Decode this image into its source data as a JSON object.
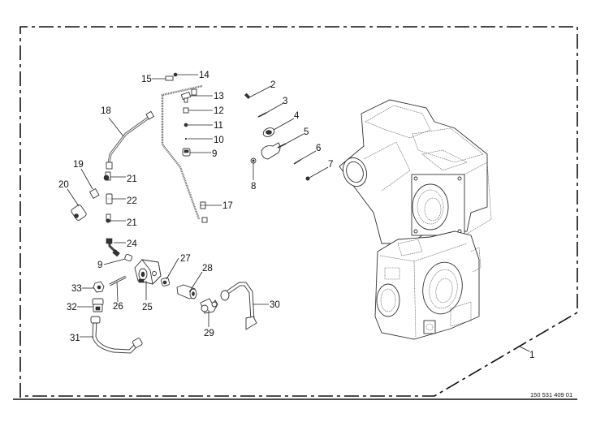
{
  "diagram": {
    "type": "exploded-parts-diagram",
    "drawing_reference": "150 531 409 01",
    "assembly_label": "1",
    "callouts": [
      {
        "id": "c1",
        "number": "1",
        "part": "gearbox-housing"
      },
      {
        "id": "c2",
        "number": "2",
        "part": "bolt"
      },
      {
        "id": "c3",
        "number": "3",
        "part": "pin"
      },
      {
        "id": "c4",
        "number": "4",
        "part": "clamp"
      },
      {
        "id": "c5",
        "number": "5",
        "part": "bracket-with-screw"
      },
      {
        "id": "c6",
        "number": "6",
        "part": "pin"
      },
      {
        "id": "c7",
        "number": "7",
        "part": "nut"
      },
      {
        "id": "c8",
        "number": "8",
        "part": "washer"
      },
      {
        "id": "c9a",
        "number": "9",
        "part": "nut"
      },
      {
        "id": "c9b",
        "number": "9",
        "part": "nut"
      },
      {
        "id": "c10",
        "number": "10",
        "part": "ring"
      },
      {
        "id": "c11",
        "number": "11",
        "part": "ball"
      },
      {
        "id": "c12",
        "number": "12",
        "part": "nut"
      },
      {
        "id": "c13",
        "number": "13",
        "part": "fitting"
      },
      {
        "id": "c14",
        "number": "14",
        "part": "screw"
      },
      {
        "id": "c15",
        "number": "15",
        "part": "fitting"
      },
      {
        "id": "c17",
        "number": "17",
        "part": "fitting"
      },
      {
        "id": "c18",
        "number": "18",
        "part": "pipe"
      },
      {
        "id": "c19",
        "number": "19",
        "part": "plug"
      },
      {
        "id": "c20",
        "number": "20",
        "part": "switch"
      },
      {
        "id": "c21a",
        "number": "21",
        "part": "banjo-fitting"
      },
      {
        "id": "c22",
        "number": "22",
        "part": "adapter"
      },
      {
        "id": "c21b",
        "number": "21",
        "part": "banjo-fitting"
      },
      {
        "id": "c24",
        "number": "24",
        "part": "elbow-pipe"
      },
      {
        "id": "c25",
        "number": "25",
        "part": "hydraulic-pump"
      },
      {
        "id": "c26",
        "number": "26",
        "part": "stud"
      },
      {
        "id": "c27",
        "number": "27",
        "part": "fitting"
      },
      {
        "id": "c28",
        "number": "28",
        "part": "adapter"
      },
      {
        "id": "c29",
        "number": "29",
        "part": "tee-fitting"
      },
      {
        "id": "c30",
        "number": "30",
        "part": "pipe"
      },
      {
        "id": "c31",
        "number": "31",
        "part": "pipe"
      },
      {
        "id": "c32",
        "number": "32",
        "part": "fitting"
      },
      {
        "id": "c33",
        "number": "33",
        "part": "nut"
      }
    ]
  }
}
